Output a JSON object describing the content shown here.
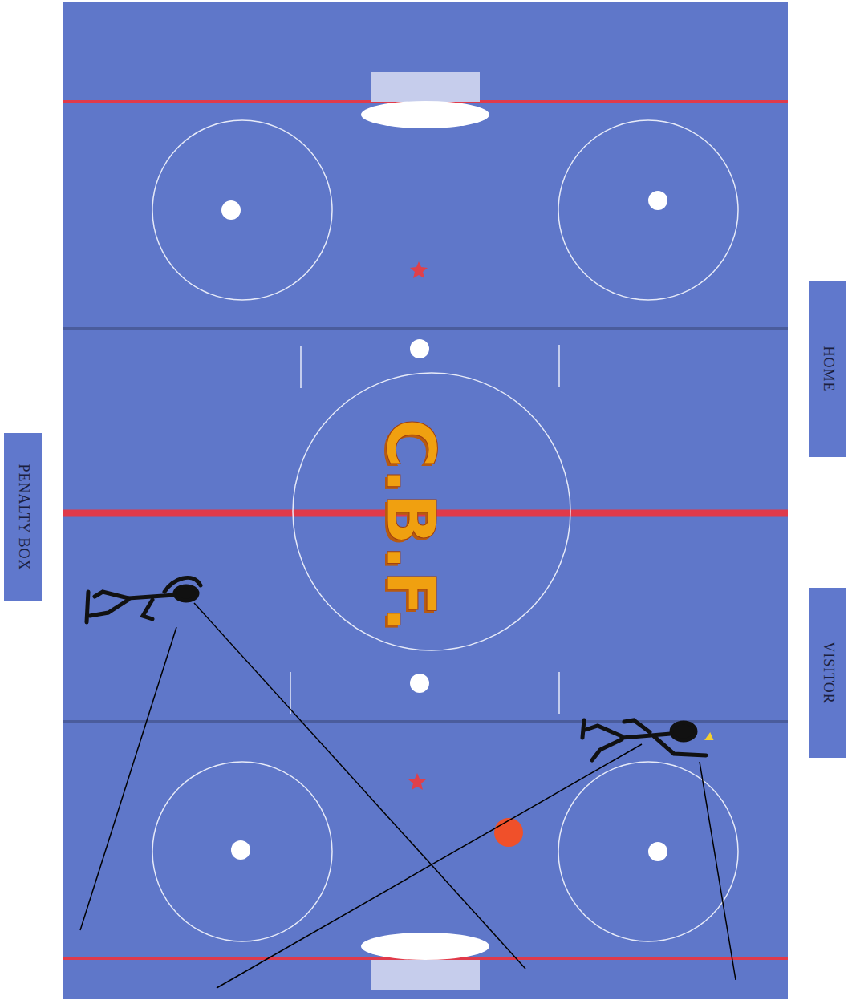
{
  "diagram": {
    "nodes": [
      {
        "text": [
          "HOME"
        ]
      },
      {
        "text": [
          "PENALTY BOX"
        ]
      },
      {
        "text": [
          "VISITOR"
        ]
      }
    ],
    "labels": [
      "C.B.F."
    ]
  }
}
